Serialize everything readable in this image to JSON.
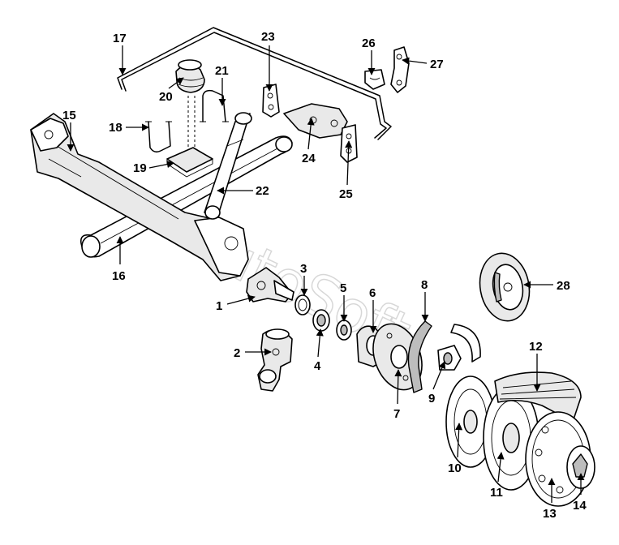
{
  "watermark": "utoSoft",
  "labels": [
    "1",
    "2",
    "3",
    "4",
    "5",
    "6",
    "7",
    "8",
    "9",
    "10",
    "11",
    "12",
    "13",
    "14",
    "15",
    "16",
    "17",
    "18",
    "19",
    "20",
    "21",
    "22",
    "23",
    "24",
    "25",
    "26",
    "27",
    "28"
  ]
}
